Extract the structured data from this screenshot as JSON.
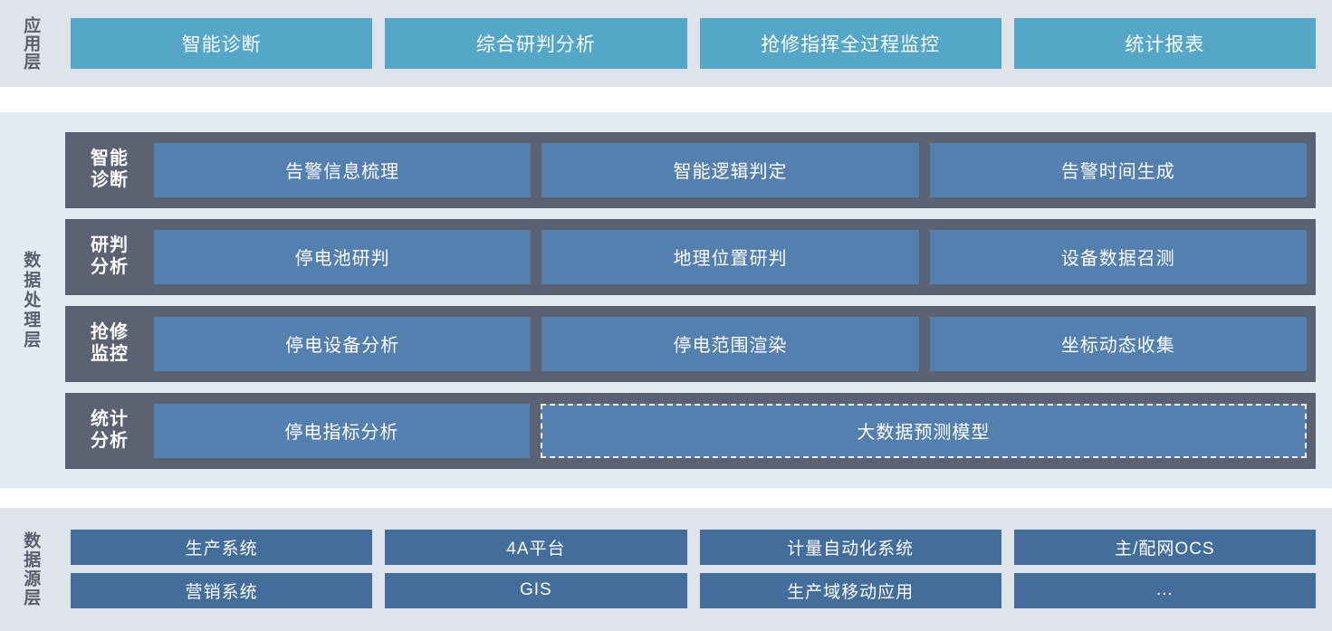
{
  "application_layer": {
    "label": "应用层",
    "accent_color": "#55a7c8",
    "background": "#dfe3ea",
    "boxes": [
      {
        "label": "智能诊断"
      },
      {
        "label": "综合研判分析"
      },
      {
        "label": "抢修指挥全过程监控"
      },
      {
        "label": "统计报表"
      }
    ]
  },
  "processing_layer": {
    "label": "数据处理层",
    "background": "#e2edf3",
    "row_color": "#5b6372",
    "cell_color": "#5480b0",
    "rows": [
      {
        "label": "智能\n诊断",
        "cells": [
          {
            "label": "告警信息梳理",
            "style": "solid"
          },
          {
            "label": "智能逻辑判定",
            "style": "solid"
          },
          {
            "label": "告警时间生成",
            "style": "solid"
          }
        ]
      },
      {
        "label": "研判\n分析",
        "cells": [
          {
            "label": "停电池研判",
            "style": "solid"
          },
          {
            "label": "地理位置研判",
            "style": "solid"
          },
          {
            "label": "设备数据召测",
            "style": "solid"
          }
        ]
      },
      {
        "label": "抢修\n监控",
        "cells": [
          {
            "label": "停电设备分析",
            "style": "solid"
          },
          {
            "label": "停电范围渲染",
            "style": "solid"
          },
          {
            "label": "坐标动态收集",
            "style": "solid"
          }
        ]
      },
      {
        "label": "统计\n分析",
        "cells": [
          {
            "label": "停电指标分析",
            "style": "solid"
          },
          {
            "label": "大数据预测模型",
            "style": "dashed"
          }
        ]
      }
    ]
  },
  "source_layer": {
    "label": "数据源层",
    "background": "#dfe3ea",
    "box_color": "#436d9b",
    "rows": [
      [
        {
          "label": "生产系统"
        },
        {
          "label": "4A平台"
        },
        {
          "label": "计量自动化系统"
        },
        {
          "label": "主/配网OCS"
        }
      ],
      [
        {
          "label": "营销系统"
        },
        {
          "label": "GIS"
        },
        {
          "label": "生产域移动应用"
        },
        {
          "label": "..."
        }
      ]
    ]
  }
}
